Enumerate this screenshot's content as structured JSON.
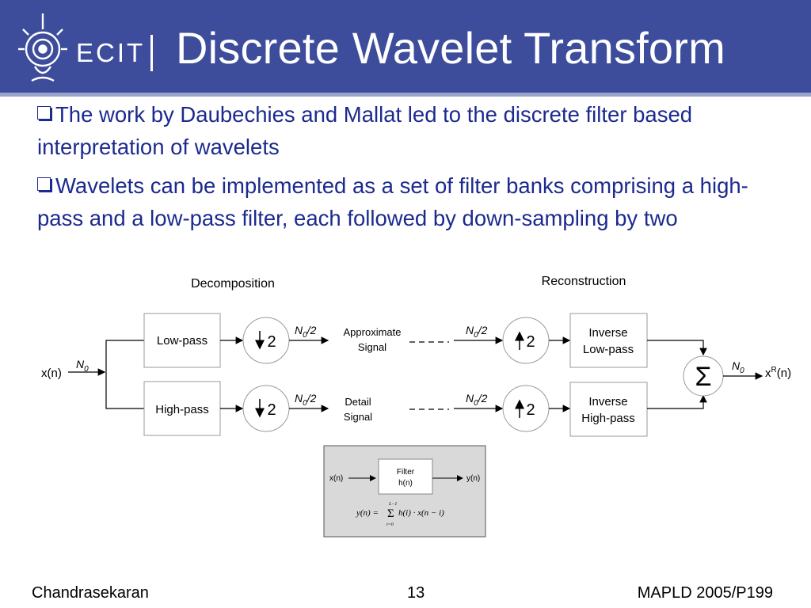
{
  "header": {
    "logo_text": "ECIT",
    "title": "Discrete Wavelet Transform"
  },
  "bullets": [
    {
      "text": "The work by Daubechies and Mallat led to the discrete filter based interpretation of wavelets"
    },
    {
      "text": "Wavelets can be implemented as a set of filter banks comprising a high-pass and a low-pass filter, each followed by down-sampling by two"
    }
  ],
  "diagram": {
    "decomposition_label": "Decomposition",
    "reconstruction_label": "Reconstruction",
    "input_label": "x(n)",
    "input_size": "N",
    "input_size_sub": "0",
    "lowpass_label": "Low-pass",
    "highpass_label": "High-pass",
    "down_factor": "2",
    "up_factor": "2",
    "half_size": "N",
    "half_size_sub": "0",
    "half_size_suffix": "/2",
    "approx_line1": "Approximate",
    "approx_line2": "Signal",
    "detail_line1": "Detail",
    "detail_line2": "Signal",
    "inv_low_line1": "Inverse",
    "inv_low_line2": "Low-pass",
    "inv_high_line1": "Inverse",
    "inv_high_line2": "High-pass",
    "sum_symbol": "Σ",
    "output_size": "N",
    "output_size_sub": "0",
    "output_label_pre": "x",
    "output_label_sup": "R",
    "output_label_post": "(n)"
  },
  "inset": {
    "input": "x(n)",
    "filter_line1": "Filter",
    "filter_line2": "h(n)",
    "output": "y(n)",
    "eq_lhs": "y(n) =",
    "eq_sum_top": "L−1",
    "eq_sum": "Σ",
    "eq_sum_bottom": "i=0",
    "eq_rhs": "h(i) · x(n − i)"
  },
  "footer": {
    "author": "Chandrasekaran",
    "page": "13",
    "venue": "MAPLD 2005/P199"
  }
}
